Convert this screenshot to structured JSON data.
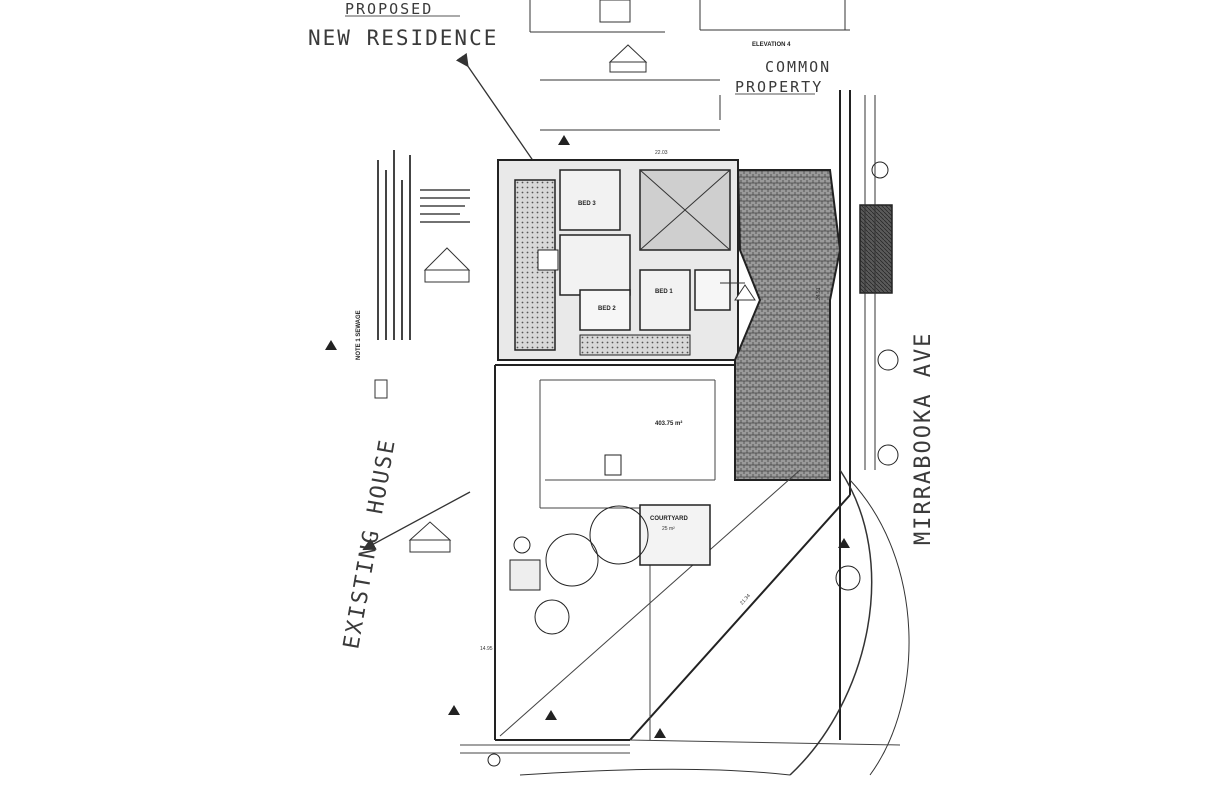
{
  "annotations": {
    "proposed": "PROPOSED",
    "new_residence": "NEW RESIDENCE",
    "common": "COMMON",
    "property": "PROPERTY",
    "existing_house": "EXISTING HOUSE",
    "street": "MIRRABOOKA AVE"
  },
  "printed_labels": {
    "elevation": "ELEVATION 4",
    "courtyard": "COURTYARD",
    "courtyard_area": "25 m²",
    "lot_area": "403.75 m²",
    "bed1": "BED 1",
    "bed2": "BED 2",
    "bed3": "BED 3",
    "note": "NOTE 1 SEWAGE",
    "dim_top": "22.03",
    "dim_side": "21.34",
    "dim_side2": "24.91",
    "dim_bottom": "14.95"
  },
  "colors": {
    "ink": "#2b2b2b",
    "pencil": "#4a4a4a",
    "hatch": "#5a5a5a",
    "paper": "#ffffff"
  }
}
